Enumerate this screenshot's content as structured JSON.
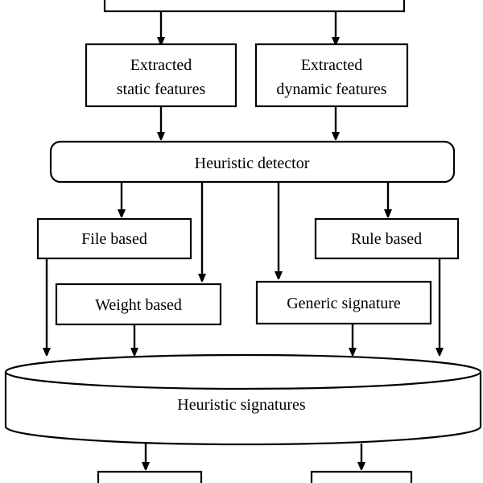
{
  "diagram": {
    "nodes": {
      "extracted_static": {
        "line1": "Extracted",
        "line2": "static features"
      },
      "extracted_dynamic": {
        "line1": "Extracted",
        "line2": "dynamic features"
      },
      "heuristic_detector": {
        "label": "Heuristic detector"
      },
      "file_based": {
        "label": "File based"
      },
      "rule_based": {
        "label": "Rule based"
      },
      "weight_based": {
        "label": "Weight based"
      },
      "generic_signature": {
        "label": "Generic signature"
      },
      "heuristic_signatures": {
        "label": "Heuristic signatures"
      }
    },
    "colors": {
      "line": "#000000",
      "fill": "#ffffff"
    }
  }
}
